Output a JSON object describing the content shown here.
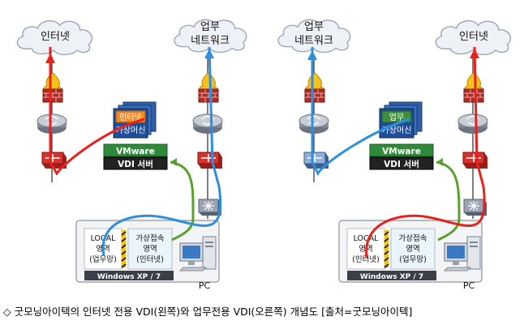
{
  "caption": "◇ 굿모닝아이텍의 인터넷 전용 VDI(왼쪽)와 업무전용 VDI(오른쪽) 개념도 [출처=굿모닝아이텍]",
  "colors": {
    "internet_path": "#e8211d",
    "business_path": "#2e8fe0",
    "vm_link": "#5aa02c"
  },
  "left_diagram": {
    "cloud_left": "인터넷",
    "cloud_right_line1": "업무",
    "cloud_right_line2": "네트워크",
    "vm_line1": "인터넷",
    "vm_line2": "가상머신",
    "vmware": "VMware",
    "vdi_server": "VDI 서버",
    "local_line1": "LOCAL",
    "local_line2": "영역",
    "local_line3": "(업무망)",
    "virt_line1": "가상접속",
    "virt_line2": "영역",
    "virt_line3": "(인터넷)",
    "os": "Windows XP / 7",
    "pc": "PC"
  },
  "right_diagram": {
    "cloud_left_line1": "업무",
    "cloud_left_line2": "네트워크",
    "cloud_right": "인터넷",
    "vm_line1": "업무",
    "vm_line2": "가상머신",
    "vmware": "VMware",
    "vdi_server": "VDI 서버",
    "local_line1": "LOCAL",
    "local_line2": "영역",
    "local_line3": "(인터넷)",
    "virt_line1": "가상접속",
    "virt_line2": "영역",
    "virt_line3": "(업무망)",
    "os": "Windows XP / 7",
    "pc": "PC"
  }
}
